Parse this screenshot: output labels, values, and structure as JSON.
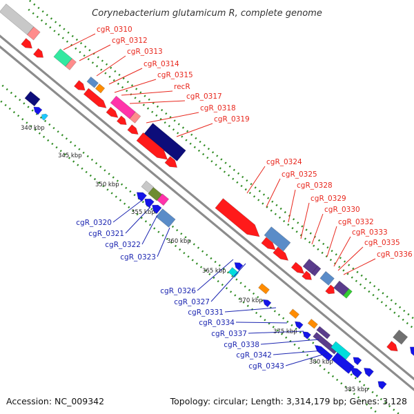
{
  "title": "Corynebacterium glutamicum R, complete genome",
  "footer": {
    "accession": "Accession: NC_009342",
    "topology": "Topology: circular; Length: 3,314,179 bp; Genes: 3,128"
  },
  "colors": {
    "backbone": "#8c8c8c",
    "tick": "#2e8b22",
    "label_forward": "#e8261c",
    "label_reverse": "#1a24b0",
    "red": "#ff1a1a",
    "blue": "#1414e8",
    "navy": "#0d0d7a",
    "grey": "#c8c8c8",
    "darkgrey": "#707070",
    "pink": "#ff8c8c",
    "mint": "#33e8a0",
    "steel": "#5a8cc8",
    "orange": "#ff8c00",
    "magenta": "#ff33aa",
    "purple": "#5a3c8c",
    "olive": "#6e8c32",
    "green": "#33cc33",
    "cyan": "#00dcdc",
    "lightblue": "#1ec8ff"
  },
  "kbp_labels": [
    "340 kbp",
    "345 kbp",
    "350 kbp",
    "355 kbp",
    "360 kbp",
    "365 kbp",
    "370 kbp",
    "375 kbp",
    "380 kbp",
    "385 kbp"
  ],
  "forward_labels": [
    "cgR_0310",
    "cgR_0312",
    "cgR_0313",
    "cgR_0314",
    "cgR_0315",
    "recR",
    "cgR_0317",
    "cgR_0318",
    "cgR_0319",
    "cgR_0324",
    "cgR_0325",
    "cgR_0328",
    "cgR_0329",
    "cgR_0330",
    "cgR_0332",
    "cgR_0333",
    "cgR_0335",
    "cgR_0336"
  ],
  "reverse_labels": [
    "cgR_0320",
    "cgR_0321",
    "cgR_0322",
    "cgR_0323",
    "cgR_0326",
    "cgR_0327",
    "cgR_0331",
    "cgR_0334",
    "cgR_0337",
    "cgR_0338",
    "cgR_0342",
    "cgR_0343"
  ]
}
